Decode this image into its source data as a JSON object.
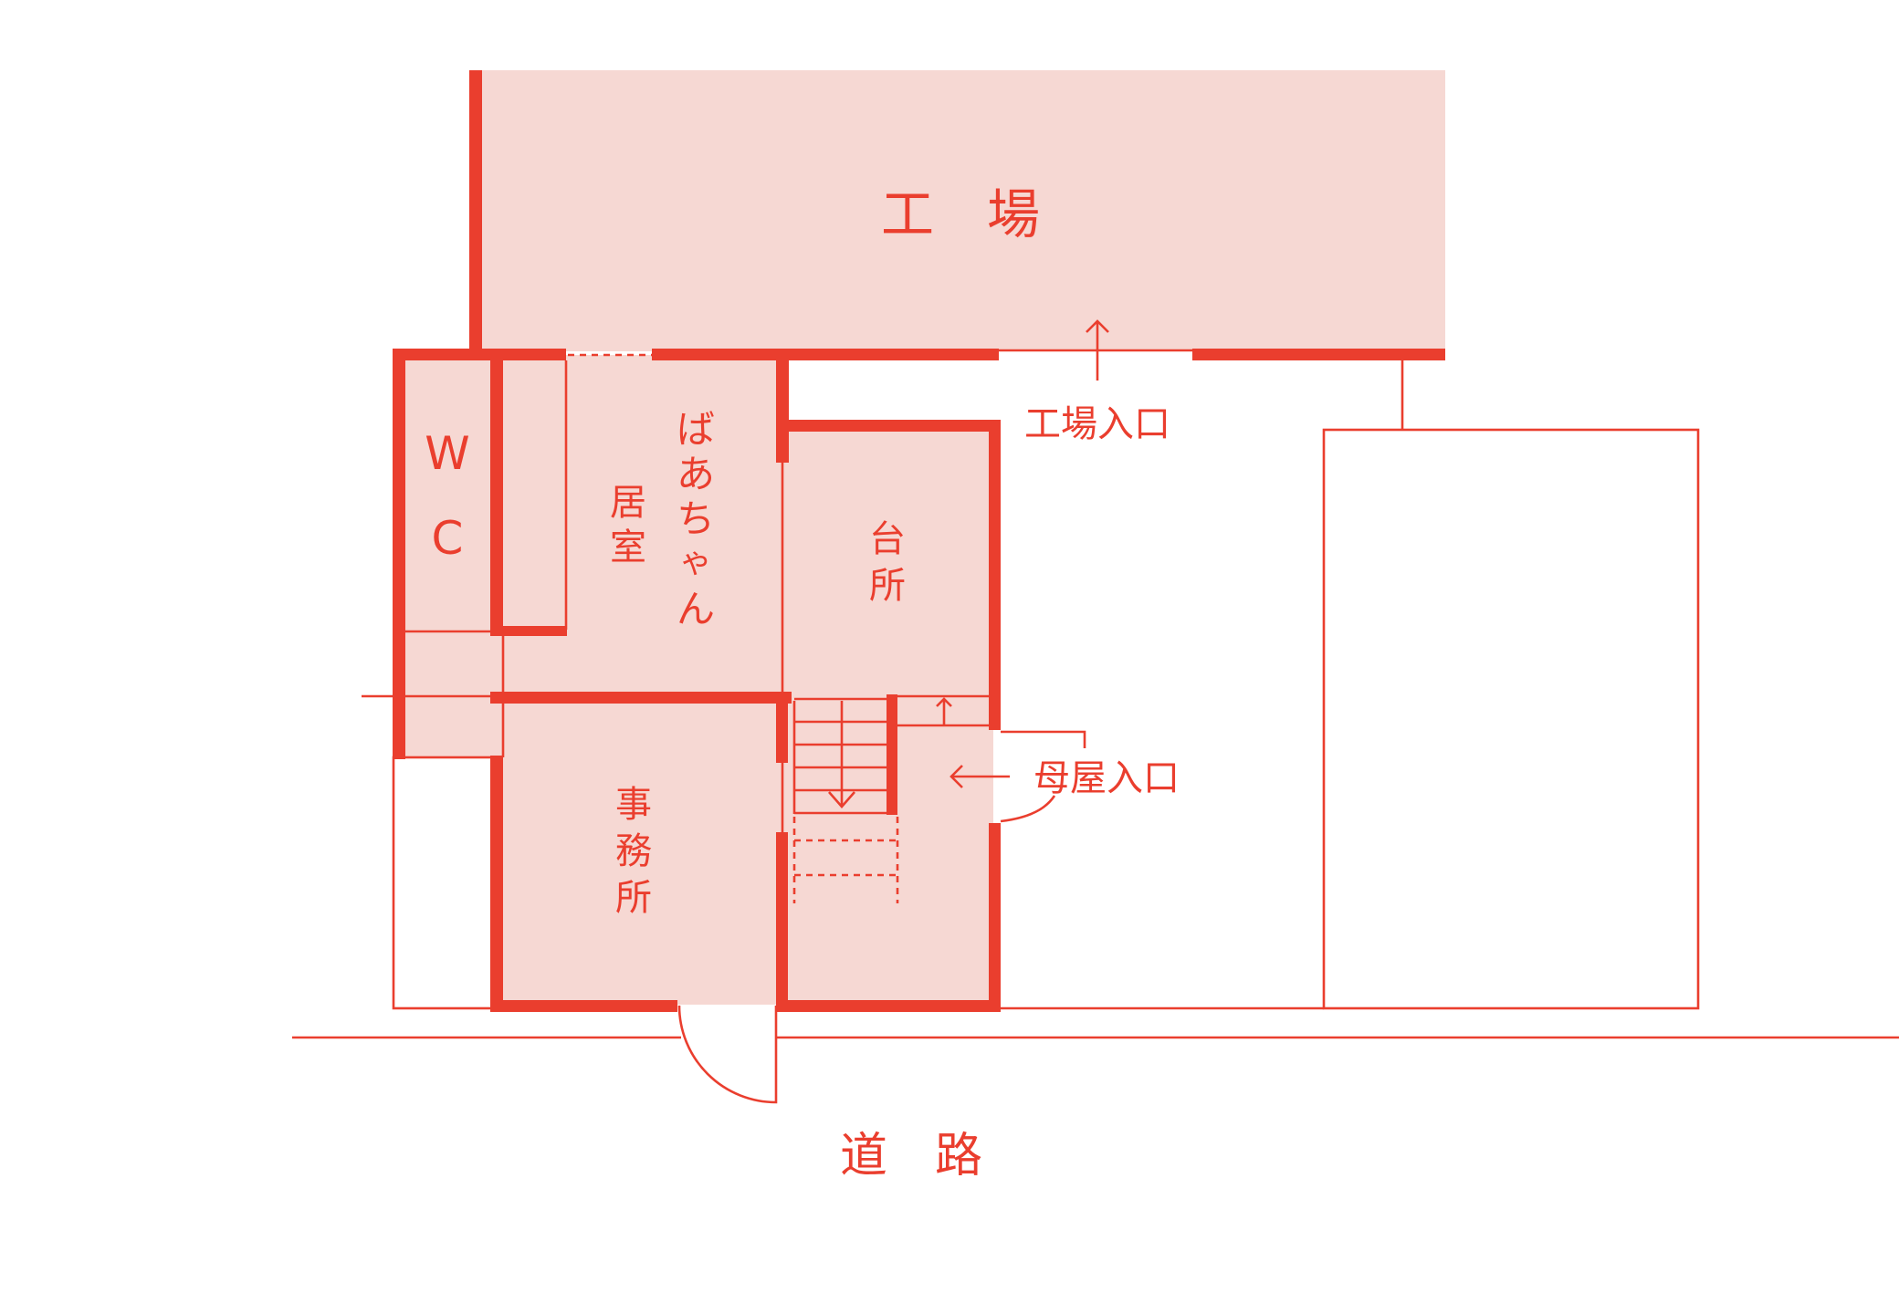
{
  "labels": {
    "factory": "工　場",
    "factory_entrance": "工場入口",
    "wc_w": "W",
    "wc_c": "C",
    "living_1": "居",
    "living_2": "室",
    "grandma": [
      "ば",
      "あ",
      "ち",
      "ゃ",
      "ん"
    ],
    "kitchen_1": "台",
    "kitchen_2": "所",
    "main_entrance": "母屋入口",
    "office": [
      "事",
      "務",
      "所"
    ],
    "road": "道　路"
  },
  "colors": {
    "line": "#ea3e2e",
    "room_fill": "#f6d8d3",
    "background": "#ffffff"
  }
}
